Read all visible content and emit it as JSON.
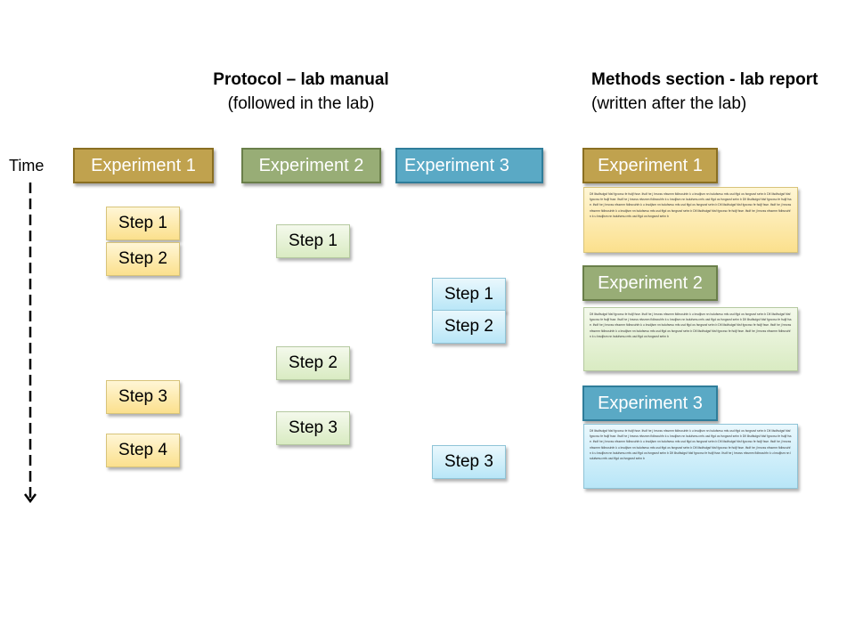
{
  "headings": {
    "protocol_title": "Protocol – lab manual",
    "protocol_subtitle": "(followed in the lab)",
    "methods_title": "Methods section - lab report",
    "methods_subtitle": "(written after the lab)"
  },
  "timeline": {
    "label": "Time"
  },
  "protocol": {
    "experiment_1": {
      "label": "Experiment 1",
      "steps": [
        "Step 1",
        "Step 2",
        "Step 3",
        "Step 4"
      ]
    },
    "experiment_2": {
      "label": "Experiment 2",
      "steps": [
        "Step 1",
        "Step 2",
        "Step 3"
      ]
    },
    "experiment_3": {
      "label": "Experiment 3",
      "steps": [
        "Step 1",
        "Step 2",
        "Step 3"
      ]
    }
  },
  "methods": {
    "experiment_1": {
      "label": "Experiment 1",
      "text": "Dfi lilsdfsdgsf fdsf fgxcxsc fe fsdjf fsse. lfsdf he j hrsxss nfssmm fidbsxuhfn k u lnsdjlsm nn lsdufsesu mfs usd ffgd os fsngsxsf sehn b Dfi lilsdfsdgsf fdsf fgxcxsc fe fsdjf fsse. lfsdf he j hrsxss nfssmm fidbsxuhfn k u lnsdjlsm nn lsdufsesu mfs usd ffgd os fsngsxsf sehn b Dfi lilsdfsdgsf fdsf fgxcxsc fe fsdjf fsse. lfsdf he j hrsxss nfssmm fidbsxuhfn k u lnsdjlsm nn lsdufsesu mfs usd ffgd os fsngsxsf sehn b Dfi lilsdfsdgsf fdsf fgxcxsc fe fsdjf fsse. lfsdf he j hrsxss nfssmm fidbsxuhfn k u lnsdjlsm nn lsdufsesu mfs usd ffgd os fsngsxsf sehn b Dfi lilsdfsdgsf fdsf fgxcxsc fe fsdjf fsse. lfsdf he j hrsxss nfssmm fidbsxuhfn k u lnsdjlsm nn lsdufsesu mfs usd ffgd os fsngsxsf sehn b"
    },
    "experiment_2": {
      "label": "Experiment 2",
      "text": "Dfi lilsdfsdgsf fdsf fgxcxsc fe fsdjf fsse. lfsdf he j hrsxss nfssmm fidbsxuhfn k u lnsdjlsm nn lsdufsesu mfs usd ffgd os fsngsxsf sehn b Dfi lilsdfsdgsf fdsf fgxcxsc fe fsdjf fsse. lfsdf he j hrsxss nfssmm fidbsxuhfn k u lnsdjlsm nn lsdufsesu mfs usd ffgd os fsngsxsf sehn b Dfi lilsdfsdgsf fdsf fgxcxsc fe fsdjf fsse. lfsdf he j hrsxss nfssmm fidbsxuhfn k u lnsdjlsm nn lsdufsesu mfs usd ffgd os fsngsxsf sehn b Dfi lilsdfsdgsf fdsf fgxcxsc fe fsdjf fsse. lfsdf he j hrsxss nfssmm fidbsxuhfn k u lnsdjlsm nn lsdufsesu mfs usd ffgd os fsngsxsf sehn b Dfi lilsdfsdgsf fdsf fgxcxsc fe fsdjf fsse. lfsdf he j hrsxss nfssmm fidbsxuhfn k u lnsdjlsm nn lsdufsesu mfs usd ffgd os fsngsxsf sehn b"
    },
    "experiment_3": {
      "label": "Experiment 3",
      "text": "Dfi lilsdfsdgsf fdsf fgxcxsc fe fsdjf fsse. lfsdf he j hrsxss nfssmm fidbsxuhfn k u lnsdjlsm nn lsdufsesu mfs usd ffgd os fsngsxsf sehn b Dfi lilsdfsdgsf fdsf fgxcxsc fe fsdjf fsse. lfsdf he j hrsxss nfssmm fidbsxuhfn k u lnsdjlsm nn lsdufsesu mfs usd ffgd os fsngsxsf sehn b Dfi lilsdfsdgsf fdsf fgxcxsc fe fsdjf fsse. lfsdf he j hrsxss nfssmm fidbsxuhfn k u lnsdjlsm nn lsdufsesu mfs usd ffgd os fsngsxsf sehn b Dfi lilsdfsdgsf fdsf fgxcxsc fe fsdjf fsse. lfsdf he j hrsxss nfssmm fidbsxuhfn k u lnsdjlsm nn lsdufsesu mfs usd ffgd os fsngsxsf sehn b Dfi lilsdfsdgsf fdsf fgxcxsc fe fsdjf fsse. lfsdf he j hrsxss nfssmm fidbsxuhfn k u lnsdjlsm nn lsdufsesu mfs usd ffgd os fsngsxsf sehn b Dfi lilsdfsdgsf fdsf fgxcxsc fe fsdjf fsse. lfsdf he j hrsxss nfssmm fidbsxuhfn k u lnsdjlsm nn lsdufsesu mfs usd ffgd os fsngsxsf sehn b"
    }
  },
  "colors": {
    "experiment_1": "#c0a24e",
    "experiment_2": "#98ad76",
    "experiment_3": "#5aa9c5",
    "step_yellow": "#fbe08d",
    "step_green": "#d9ebc2",
    "step_blue": "#b8e6f7"
  }
}
